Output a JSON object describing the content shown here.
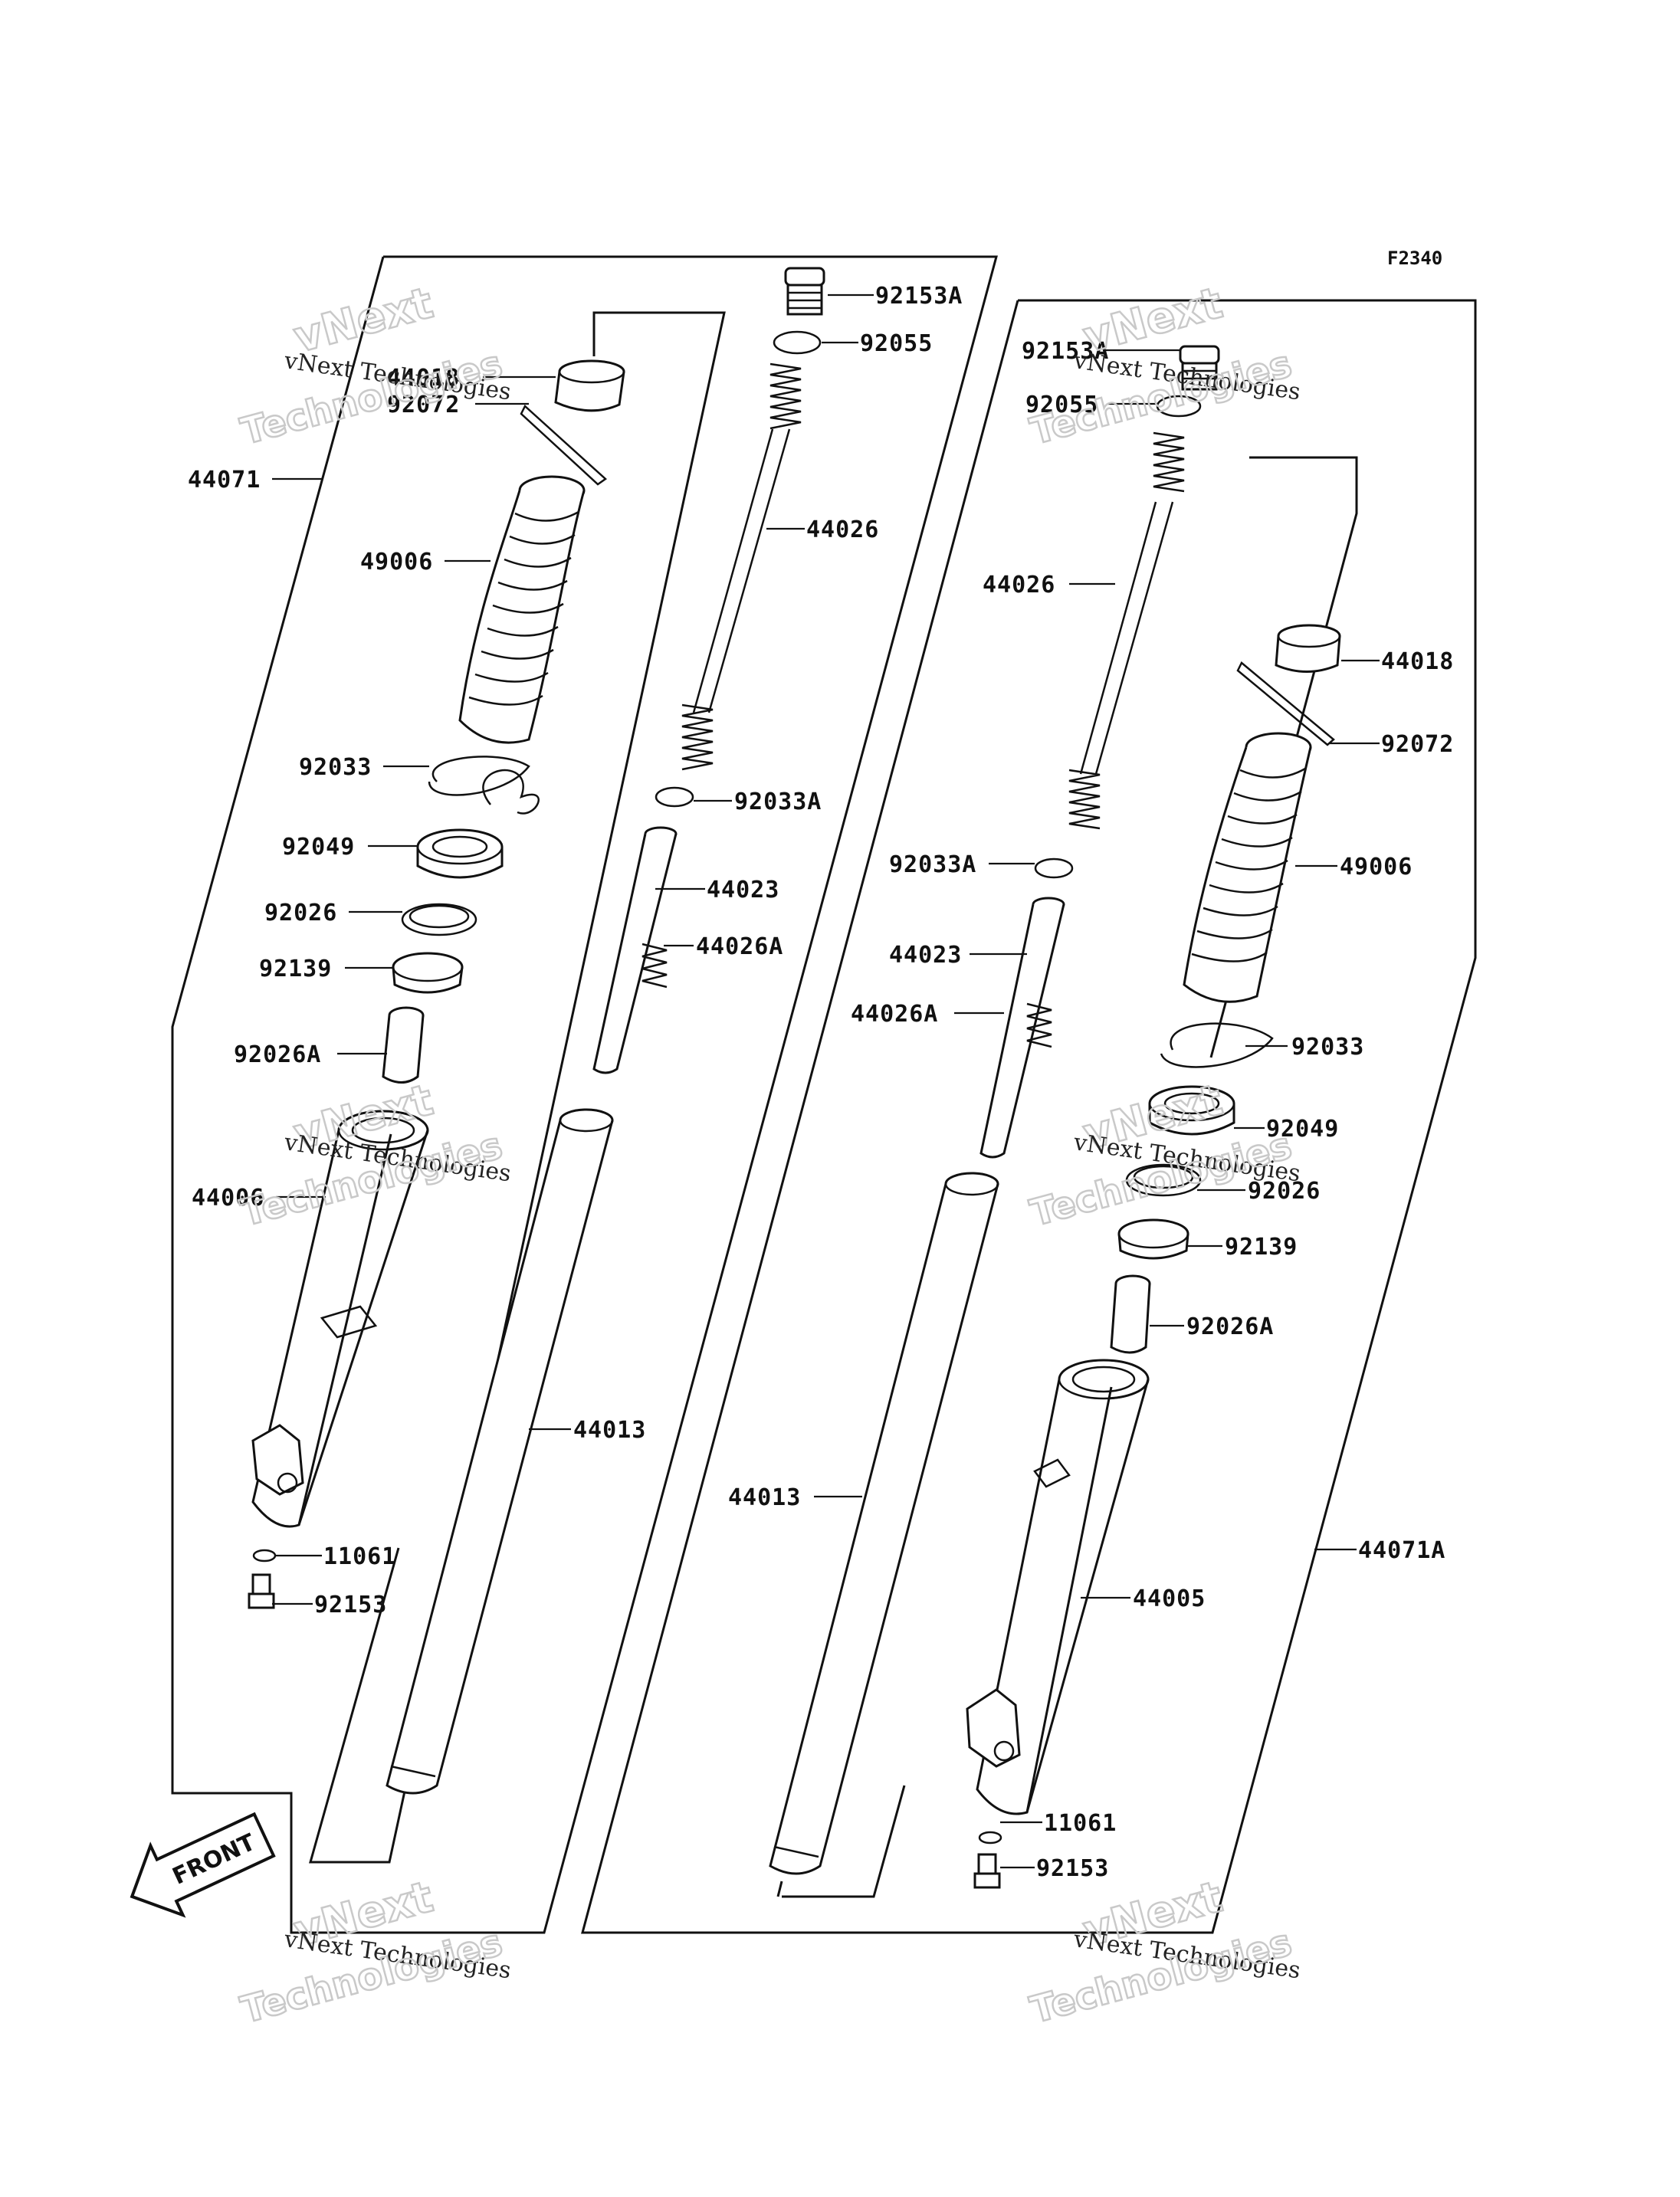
{
  "diagram_code": "F2340",
  "watermark": {
    "company": "vNext Technologies",
    "line1": "vNext",
    "line2": "Technologies"
  },
  "front_marker": "FRONT",
  "left_assembly": {
    "labels": {
      "p92153A": "92153A",
      "p92055": "92055",
      "p44018": "44018",
      "p92072": "92072",
      "p44071": "44071",
      "p44026": "44026",
      "p49006": "49006",
      "p92033": "92033",
      "p92033A": "92033A",
      "p92049": "92049",
      "p44023": "44023",
      "p92026": "92026",
      "p44026A": "44026A",
      "p92139": "92139",
      "p92026A": "92026A",
      "p44006": "44006",
      "p44013": "44013",
      "p11061": "11061",
      "p92153": "92153"
    }
  },
  "right_assembly": {
    "labels": {
      "p92153A": "92153A",
      "p92055": "92055",
      "p44026": "44026",
      "p44018": "44018",
      "p92072": "92072",
      "p92033A": "92033A",
      "p49006": "49006",
      "p44023": "44023",
      "p44026A": "44026A",
      "p92033": "92033",
      "p92049": "92049",
      "p92026": "92026",
      "p92139": "92139",
      "p92026A": "92026A",
      "p44013": "44013",
      "p44071A": "44071A",
      "p44005": "44005",
      "p11061": "11061",
      "p92153": "92153"
    }
  }
}
